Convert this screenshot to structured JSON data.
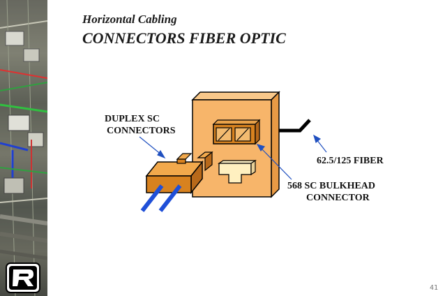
{
  "header": {
    "subtitle": "Horizontal Cabling",
    "title": "CONNECTORS FIBER OPTIC"
  },
  "labels": {
    "duplex_line1": "DUPLEX SC",
    "duplex_line2": "CONNECTORS",
    "fiber": "62.5/125  FIBER",
    "bulkhead_line1": "568  SC BULKHEAD",
    "bulkhead_line2": "CONNECTOR"
  },
  "footer": {
    "page_number": "41"
  },
  "logo": {
    "icon": "r-brand-logo"
  },
  "colors": {
    "box_face": "#f7b56a",
    "box_side": "#e89a45",
    "connector": "#d8821f",
    "fiber_blue": "#1f4fd8",
    "arrow": "#2050c0"
  }
}
